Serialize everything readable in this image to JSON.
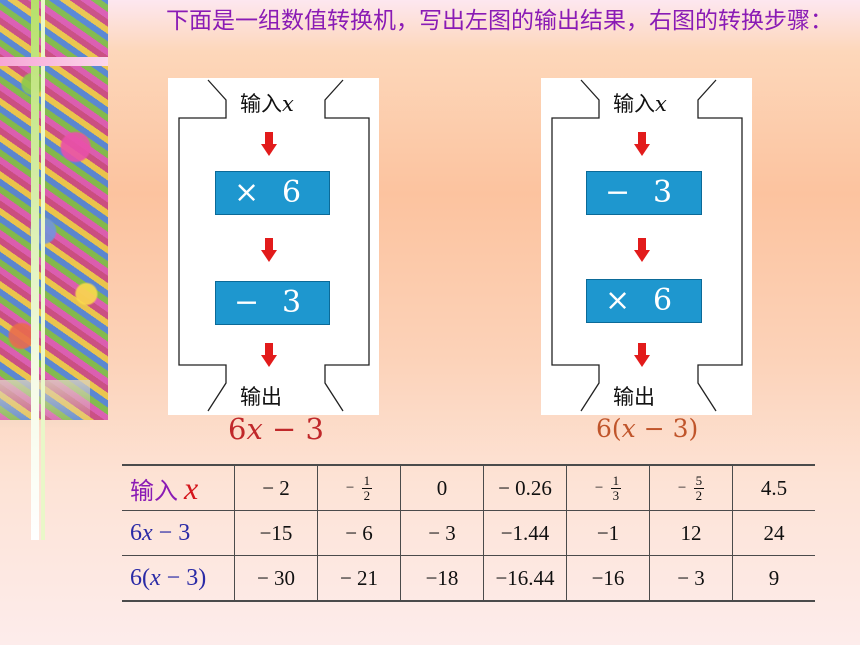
{
  "instruction": "下面是一组数值转换机，写出左图的输出结果，右图的转换步骤：",
  "left_machine": {
    "input_label": "输入",
    "input_var": "x",
    "step1_symbol": "×",
    "step1_value": "6",
    "step2_symbol": "−",
    "step2_value": "3",
    "output_label": "输出"
  },
  "right_machine": {
    "input_label": "输入",
    "input_var": "x",
    "step1_symbol": "−",
    "step1_value": "3",
    "step2_symbol": "×",
    "step2_value": "6",
    "output_label": "输出"
  },
  "formula_left": {
    "coef": "6",
    "var": "x",
    "rest": " − 3",
    "color": "#c0282a"
  },
  "formula_right": {
    "open": "6(",
    "var": "x",
    "rest": " − 3)",
    "color": "#c0552b"
  },
  "table": {
    "row_headers": {
      "input_text": "输入",
      "input_var": "x",
      "row2_coef": "6",
      "row2_var": "x",
      "row2_rest": " − 3",
      "row3_open": "6(",
      "row3_var": "x",
      "row3_rest": " − 3)"
    },
    "inputs": [
      {
        "text": "− 2"
      },
      {
        "sign": "−",
        "num": "1",
        "den": "2"
      },
      {
        "text": "0"
      },
      {
        "text": "− 0.26"
      },
      {
        "sign": "−",
        "num": "1",
        "den": "3"
      },
      {
        "sign": "−",
        "num": "5",
        "den": "2"
      },
      {
        "text": "4.5"
      }
    ],
    "row2": [
      "−15",
      "− 6",
      "− 3",
      "−1.44",
      "−1",
      "12",
      "24"
    ],
    "row3": [
      "− 30",
      "− 21",
      "−18",
      "−16.44",
      "−16",
      "− 3",
      "9"
    ]
  },
  "colors": {
    "instruction": "#8a1bb5",
    "header_input": "#8a1bb5",
    "header_x": "#d4161c",
    "header_rows": "#2a2aa6",
    "op_box": "#1e97cf"
  }
}
